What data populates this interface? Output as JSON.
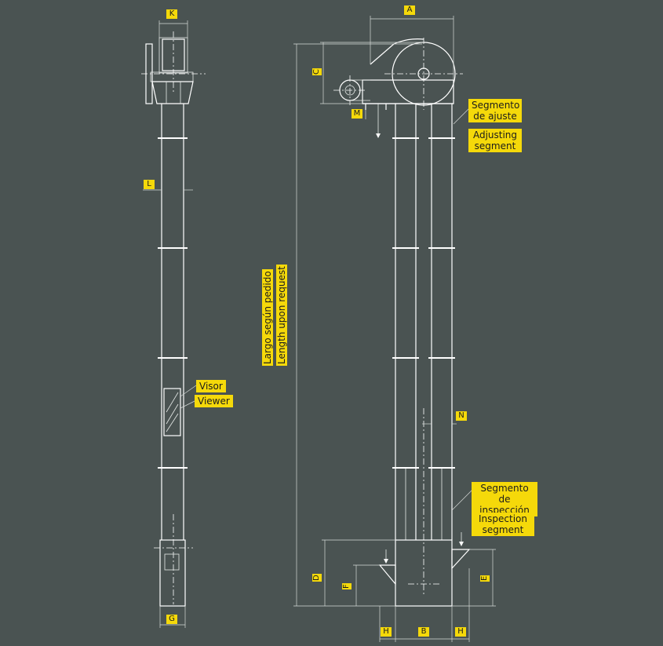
{
  "dimension_labels": {
    "A": "A",
    "B": "B",
    "C": "C",
    "D": "D",
    "E": "E",
    "F": "F",
    "G": "G",
    "H": "H",
    "K": "K",
    "L": "L",
    "M": "M",
    "N": "N"
  },
  "notes": {
    "adjusting_es": "Segmento de ajuste",
    "adjusting_en": "Adjusting segment",
    "inspection_es": "Segmento de inspección",
    "inspection_en": "Inspection segment",
    "viewer_es": "Visor",
    "viewer_en": "Viewer",
    "length_es": "Largo según pedido",
    "length_en": "Length upon request"
  },
  "colors": {
    "background": "#4a5352",
    "line": "#ffffff",
    "label": "#f5d90a"
  }
}
